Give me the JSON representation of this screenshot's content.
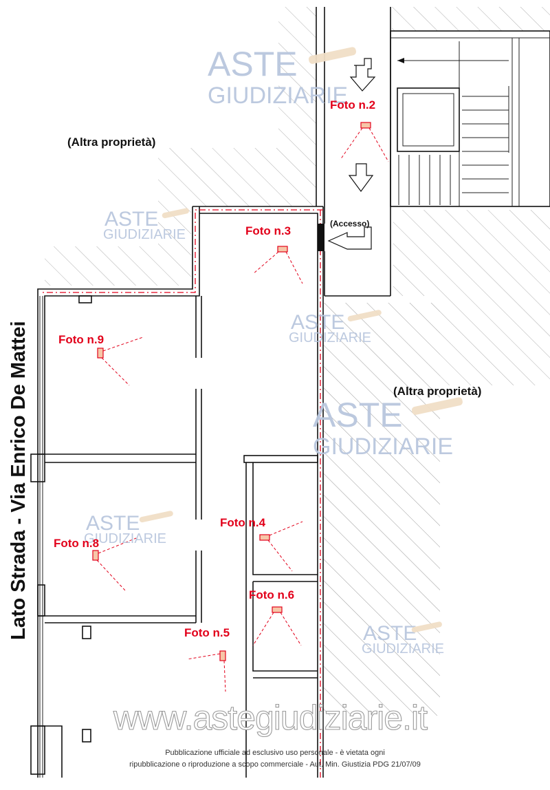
{
  "plan": {
    "labels": {
      "altra_top": "(Altra proprietà)",
      "altra_right": "(Altra proprietà)",
      "accesso": "(Accesso)",
      "street": "Lato Strada  -  Via Enrico De Mattei"
    },
    "photos": [
      {
        "label": "Foto n.2"
      },
      {
        "label": "Foto n.3"
      },
      {
        "label": "Foto n.4"
      },
      {
        "label": "Foto n.5"
      },
      {
        "label": "Foto n.6"
      },
      {
        "label": "Foto n.8"
      },
      {
        "label": "Foto n.9"
      }
    ]
  },
  "watermark": {
    "line1": "ASTE",
    "line2": "GIUDIZIARIE",
    "url": "www.astegiudiziarie.it"
  },
  "footer": {
    "line1": "Pubblicazione ufficiale ad esclusivo uso personale - è vietata ogni",
    "line2": "ripubblicazione o riproduzione a scopo commerciale - Aut. Min. Giustizia PDG 21/07/09"
  },
  "colors": {
    "photo_red": "#e2001a",
    "watermark_blue": "#b9c7de",
    "wall": "#111111"
  }
}
